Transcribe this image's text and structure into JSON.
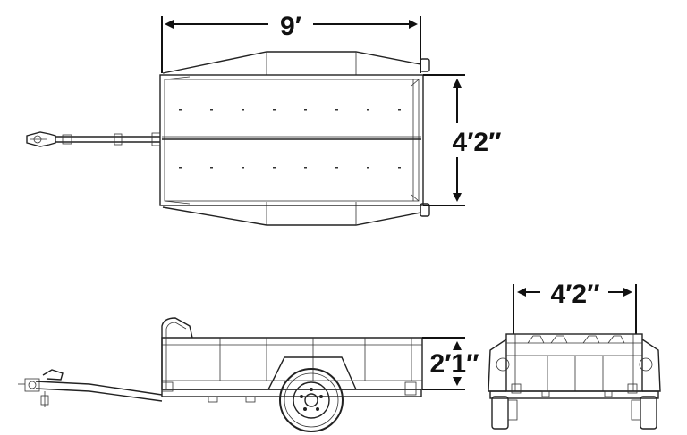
{
  "dimensions": {
    "length": "9′",
    "width_top": "4′2″",
    "height": "2′1″",
    "width_rear": "4′2″"
  }
}
